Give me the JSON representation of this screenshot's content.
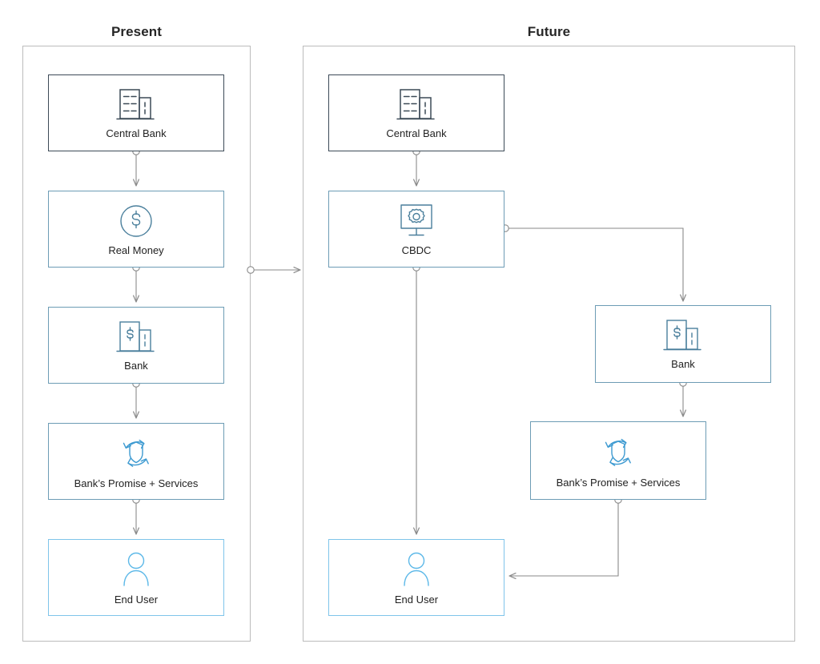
{
  "diagram": {
    "title_present": "Present",
    "title_future": "Future",
    "colors": {
      "panel_border": "#bcbcbc",
      "dark_node": "#3c4a57",
      "mid_node": "#6d9cb5",
      "light_node": "#7fc4ea",
      "connector": "#8a8a8a",
      "text": "#222222"
    }
  },
  "present": {
    "title": "Present",
    "nodes": [
      {
        "id": "present-central-bank",
        "label": "Central Bank",
        "icon": "central-bank-building-icon",
        "tone": "dark"
      },
      {
        "id": "present-real-money",
        "label": "Real Money",
        "icon": "coin-dollar-icon",
        "tone": "mid"
      },
      {
        "id": "present-bank",
        "label": "Bank",
        "icon": "bank-building-dollar-icon",
        "tone": "mid"
      },
      {
        "id": "present-bank-promise",
        "label": "Bank’s Promise + Services",
        "icon": "shield-refresh-icon",
        "tone": "mid"
      },
      {
        "id": "present-end-user",
        "label": "End User",
        "icon": "person-icon",
        "tone": "light"
      }
    ],
    "flow": [
      "Central Bank → Real Money",
      "Real Money → Bank",
      "Bank → Bank’s Promise + Services",
      "Bank’s Promise + Services → End User"
    ]
  },
  "future": {
    "title": "Future",
    "nodes": [
      {
        "id": "future-central-bank",
        "label": "Central Bank",
        "icon": "central-bank-building-icon",
        "tone": "dark"
      },
      {
        "id": "future-cbdc",
        "label": "CBDC",
        "icon": "monitor-gear-icon",
        "tone": "mid"
      },
      {
        "id": "future-bank",
        "label": "Bank",
        "icon": "bank-building-dollar-icon",
        "tone": "mid"
      },
      {
        "id": "future-bank-promise",
        "label": "Bank’s Promise + Services",
        "icon": "shield-refresh-icon",
        "tone": "mid"
      },
      {
        "id": "future-end-user",
        "label": "End User",
        "icon": "person-icon",
        "tone": "light"
      }
    ],
    "flow": [
      "Central Bank → CBDC",
      "CBDC → End User",
      "CBDC → Bank",
      "Bank → Bank’s Promise + Services",
      "Bank’s Promise + Services → End User"
    ]
  },
  "transition": {
    "from": "Present",
    "to": "Future",
    "label": ""
  }
}
